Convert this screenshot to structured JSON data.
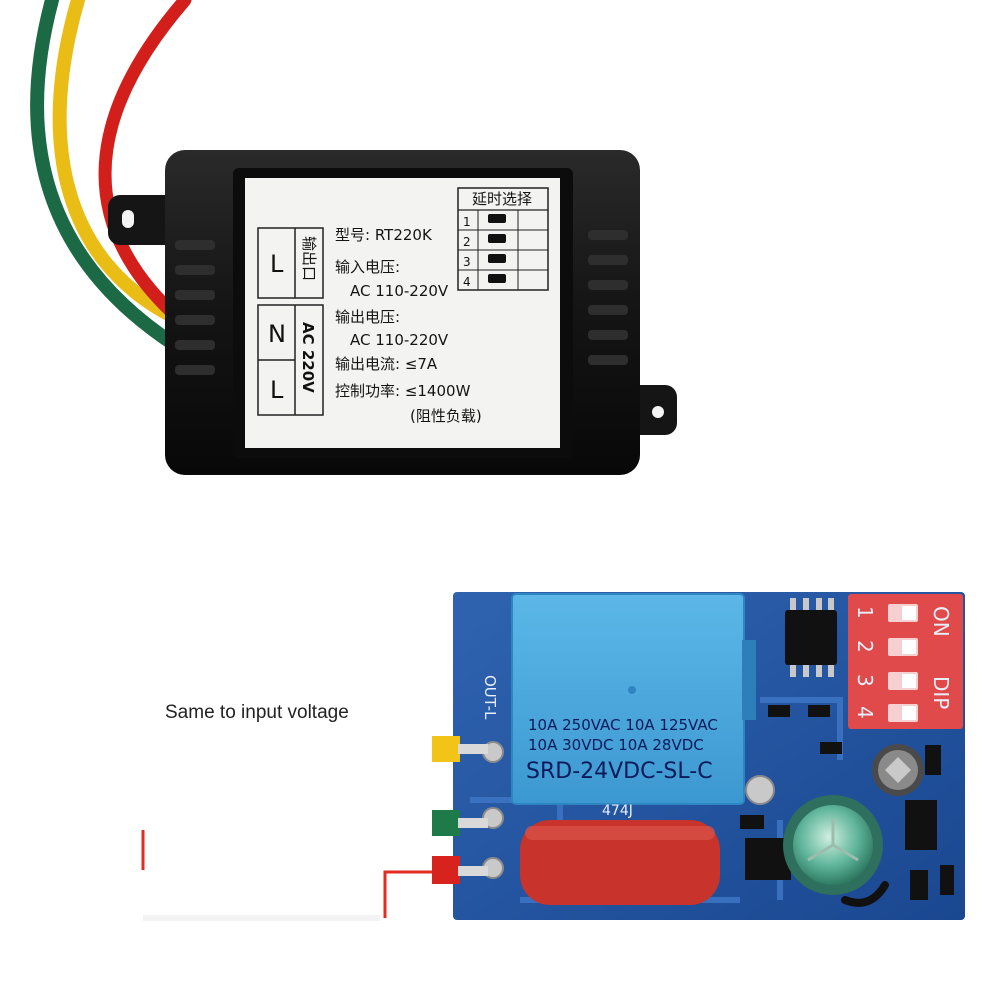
{
  "module_label": {
    "delay_header": "延时选择",
    "delay_nums": [
      "1",
      "2",
      "3",
      "4"
    ],
    "output_port_vertical": "输出口",
    "output_L": "L",
    "input_N": "N",
    "input_L": "L",
    "input_vertical": "AC 220V",
    "model_line": "型号: RT220K",
    "input_voltage_title": "输入电压:",
    "input_voltage_value": "AC 110-220V",
    "output_voltage_title": "输出电压:",
    "output_voltage_value": "AC 110-220V",
    "output_current": "输出电流: ≤7A",
    "control_power": "控制功率: ≤1400W",
    "load_note": "(阻性负载)"
  },
  "pcb": {
    "relay_line1": "10A 250VAC  10A 125VAC",
    "relay_line2": "10A  30VDC  10A  28VDC",
    "relay_model": "SRD-24VDC-SL-C",
    "capacitor_code": "474J",
    "out_label": "OUT-L",
    "dip_on": "ON",
    "dip_label": "DIP",
    "dip_nums": [
      "1",
      "2",
      "3",
      "4"
    ]
  },
  "annotation": {
    "wire_note": "Same to input voltage"
  },
  "colors": {
    "wire_yellow": "#f2c417",
    "wire_green": "#1f7a4a",
    "wire_red": "#d8221e",
    "pcb_blue": "#1d4f9c",
    "relay_blue": "#48a7dc",
    "dip_red": "#e04a4a"
  }
}
